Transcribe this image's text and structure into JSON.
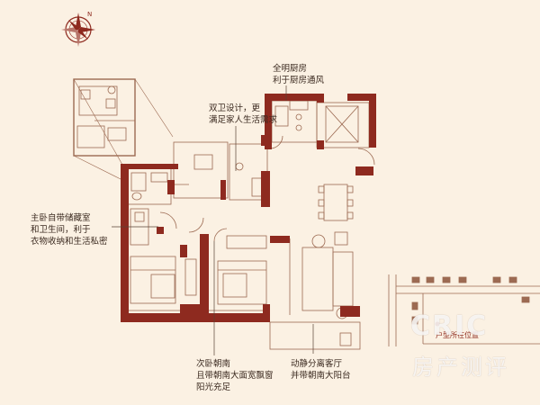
{
  "compass": {
    "north_label": "N",
    "icon": "compass-rose-icon"
  },
  "annotations": {
    "kitchen": [
      "全明厨房",
      "利于厨房通风"
    ],
    "bathrooms": [
      "双卫设计，更",
      "满足家人生活需求"
    ],
    "master_bedroom": [
      "主卧自带储藏室",
      "和卫生间，利于",
      "衣物收纳和生活私密"
    ],
    "second_bedroom": [
      "次卧朝南",
      "且带朝南大面宽飘窗",
      "阳光充足"
    ],
    "living_room": [
      "动静分离客厅",
      "并带朝南大阳台"
    ]
  },
  "location_map": {
    "caption": "户型所在位置"
  },
  "watermark": {
    "line1": "CRIC",
    "line2": "房产测评"
  },
  "colors": {
    "wall": "#8e2a1f",
    "line": "#9c6a52",
    "background": "#fbf1e3",
    "text": "#3b2a20"
  }
}
